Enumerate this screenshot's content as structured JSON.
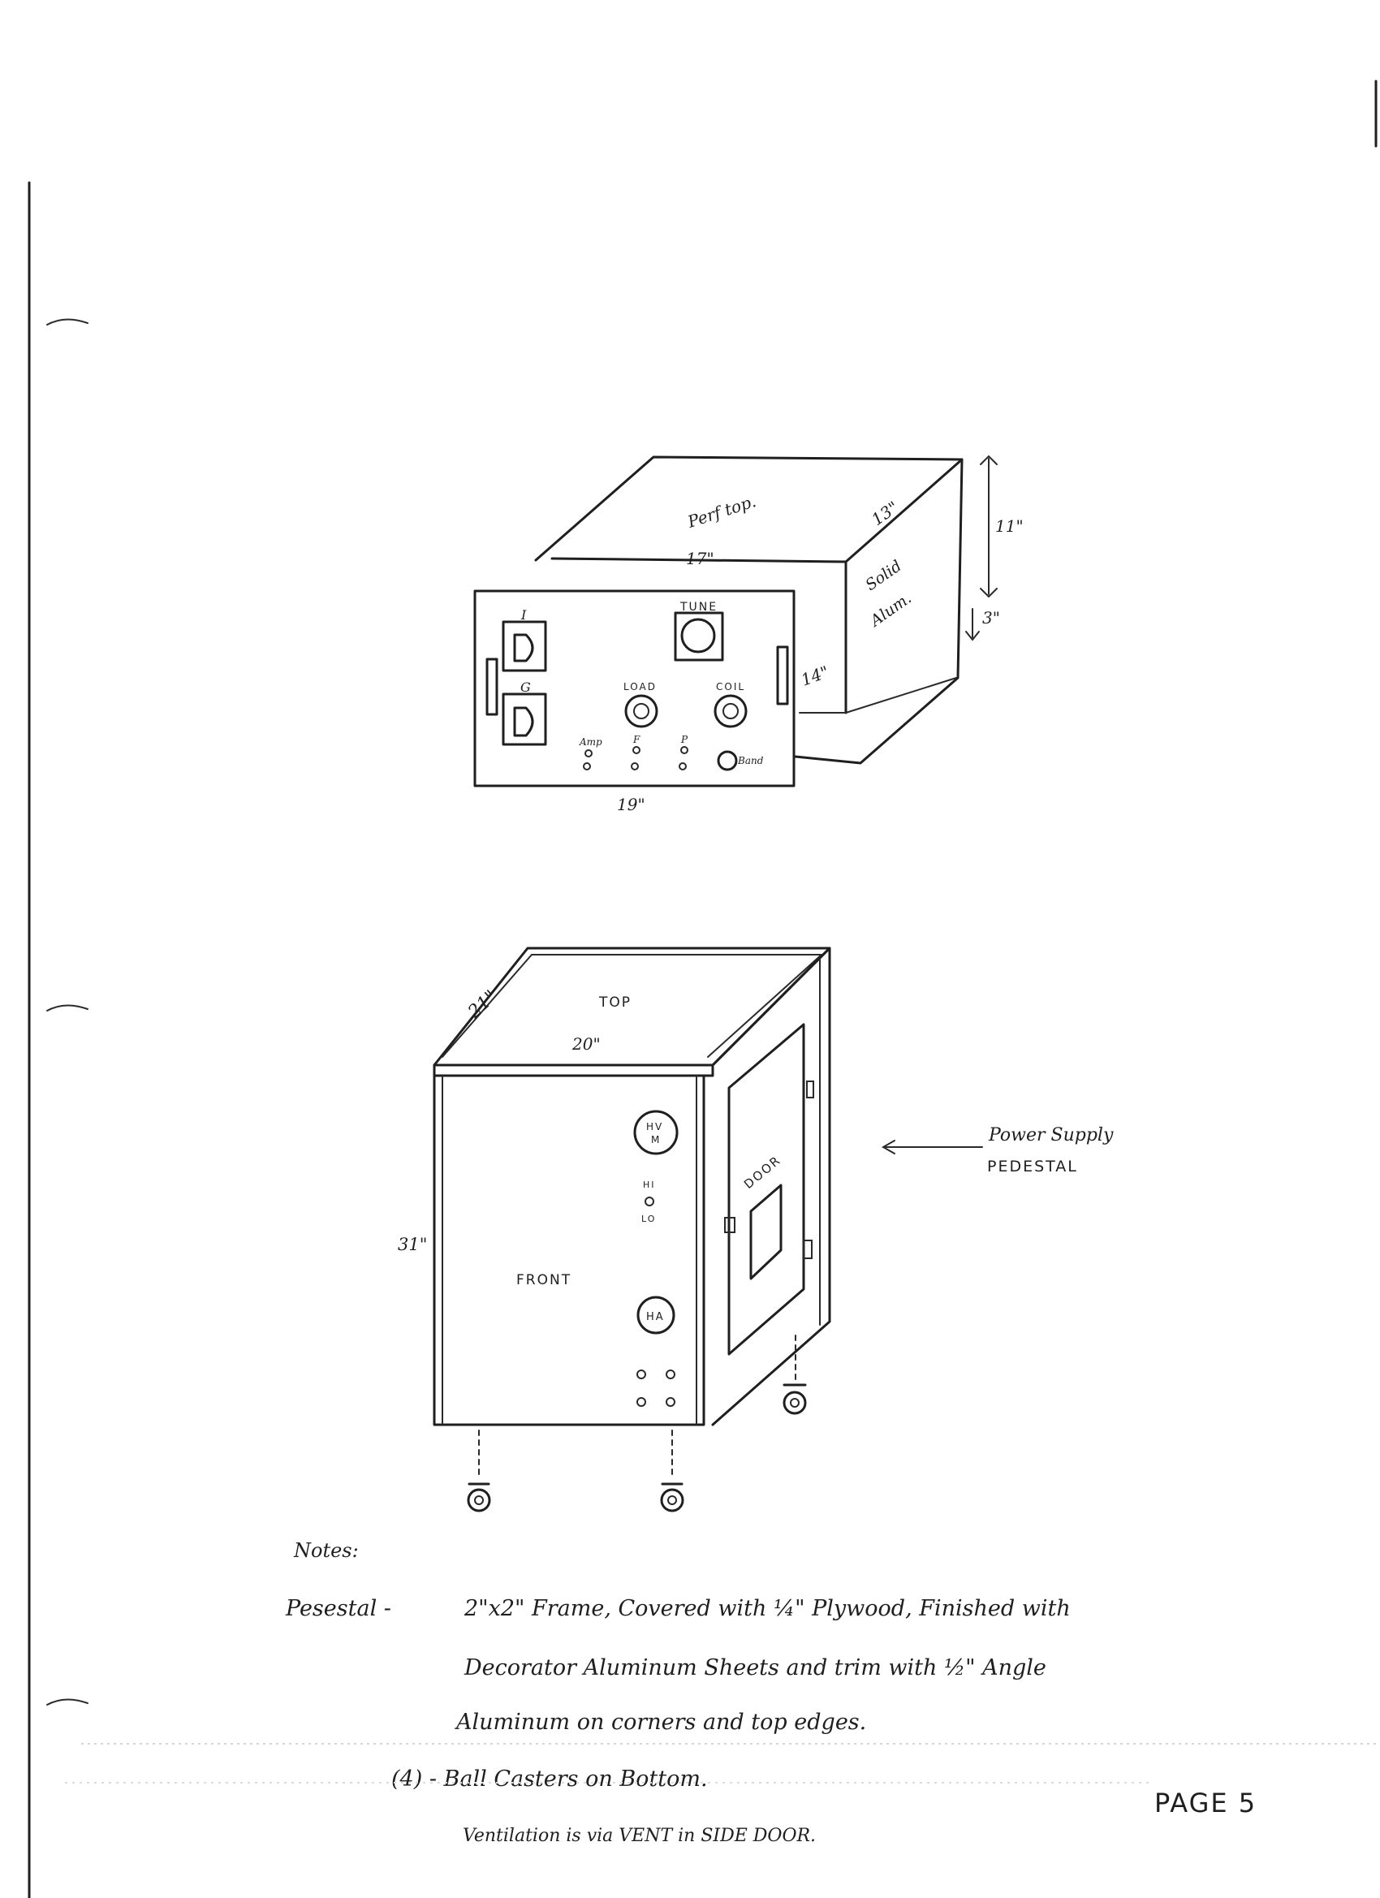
{
  "amplifier": {
    "top_label": "Perf top.",
    "depth_label": "13\"",
    "width_top_label": "17\"",
    "side_label_line1": "Solid",
    "side_label_line2": "Alum.",
    "height_label": "11\"",
    "foot_label": "3\"",
    "panel_depth_label": "14\"",
    "panel_width_label": "19\"",
    "meter1_label": "I",
    "meter2_label": "G",
    "tune_label": "TUNE",
    "load_label": "LOAD",
    "coil_label": "COIL",
    "amp_label": "Amp",
    "f_label": "F",
    "p_label": "P",
    "band_label": "Band"
  },
  "pedestal": {
    "depth_label": "21\"",
    "top_label": "TOP",
    "width_label": "20\"",
    "height_label": "31\"",
    "front_label": "FRONT",
    "hvm_label_line1": "HV",
    "hvm_label_line2": "M",
    "hi_label": "HI",
    "lo_label": "LO",
    "ha_label": "HA",
    "door_label": "DOOR",
    "callout_line1": "Power Supply",
    "callout_line2": "PEDESTAL"
  },
  "notes": {
    "heading": "Notes:",
    "line1_prefix": "Pesestal -",
    "line1": "2\"x2\" Frame, Covered with ¼\" Plywood, Finished with",
    "line2": "Decorator Aluminum Sheets and trim with ½\" Angle",
    "line3": "Aluminum on corners and top edges.",
    "line4": "(4) - Ball Casters on Bottom.",
    "line5": "Ventilation is via VENT in SIDE DOOR."
  },
  "page_number": "PAGE 5"
}
